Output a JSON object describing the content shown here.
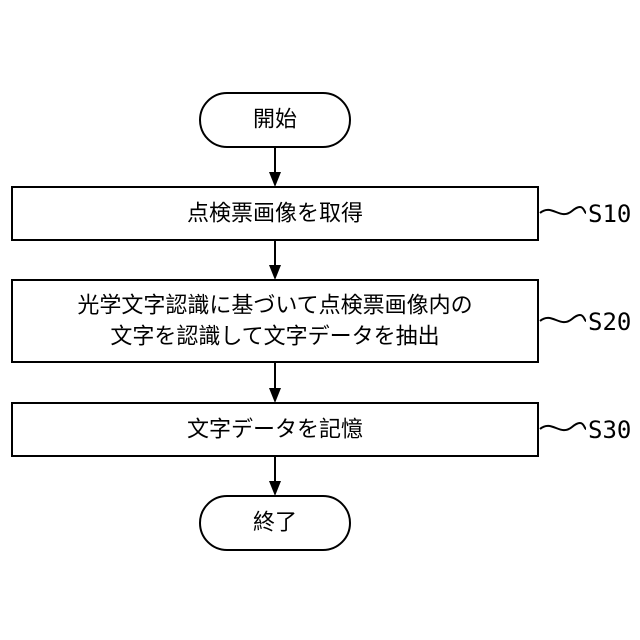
{
  "flowchart": {
    "start": {
      "label": "開始"
    },
    "steps": [
      {
        "id": "S10",
        "lines": [
          "点検票画像を取得"
        ]
      },
      {
        "id": "S20",
        "lines": [
          "光学文字認識に基づいて点検票画像内の",
          "文字を認識して文字データを抽出"
        ]
      },
      {
        "id": "S30",
        "lines": [
          "文字データを記憶"
        ]
      }
    ],
    "end": {
      "label": "終了"
    }
  }
}
